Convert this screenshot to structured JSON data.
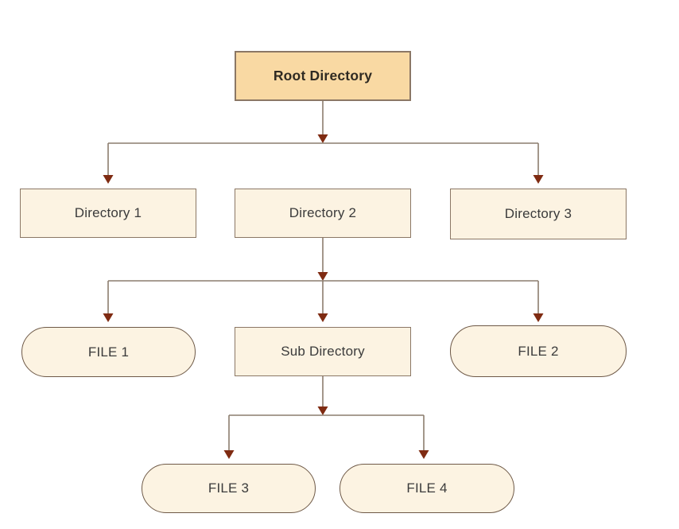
{
  "diagram": {
    "type": "tree",
    "description": "File system hierarchy diagram",
    "nodes": {
      "root": {
        "label": "Root Directory",
        "shape": "rect",
        "emphasis": "bold",
        "fill": "#F9D9A3"
      },
      "dir1": {
        "label": "Directory 1",
        "shape": "rect",
        "fill": "#FCF3E2"
      },
      "dir2": {
        "label": "Directory 2",
        "shape": "rect",
        "fill": "#FCF3E2"
      },
      "dir3": {
        "label": "Directory 3",
        "shape": "rect",
        "fill": "#FCF3E2"
      },
      "file1": {
        "label": "FILE 1",
        "shape": "pill",
        "fill": "#FCF3E2"
      },
      "subdir": {
        "label": "Sub Directory",
        "shape": "rect",
        "fill": "#FCF3E2"
      },
      "file2": {
        "label": "FILE 2",
        "shape": "pill",
        "fill": "#FCF3E2"
      },
      "file3": {
        "label": "FILE 3",
        "shape": "pill",
        "fill": "#FCF3E2"
      },
      "file4": {
        "label": "FILE 4",
        "shape": "pill",
        "fill": "#FCF3E2"
      }
    },
    "edges": [
      {
        "from": "root",
        "to": "dir1"
      },
      {
        "from": "root",
        "to": "dir2"
      },
      {
        "from": "root",
        "to": "dir3"
      },
      {
        "from": "dir2",
        "to": "file1"
      },
      {
        "from": "dir2",
        "to": "subdir"
      },
      {
        "from": "dir2",
        "to": "file2"
      },
      {
        "from": "subdir",
        "to": "file3"
      },
      {
        "from": "subdir",
        "to": "file4"
      }
    ],
    "colors": {
      "root_fill": "#F9D9A3",
      "node_fill": "#FCF3E2",
      "rect_border": "#8B7765",
      "pill_border": "#6E5947",
      "line": "#8C7D6E",
      "arrow": "#7F2B12",
      "text": "#3B3B3B",
      "root_text": "#2F2A22",
      "background": "#FFFFFF"
    }
  }
}
